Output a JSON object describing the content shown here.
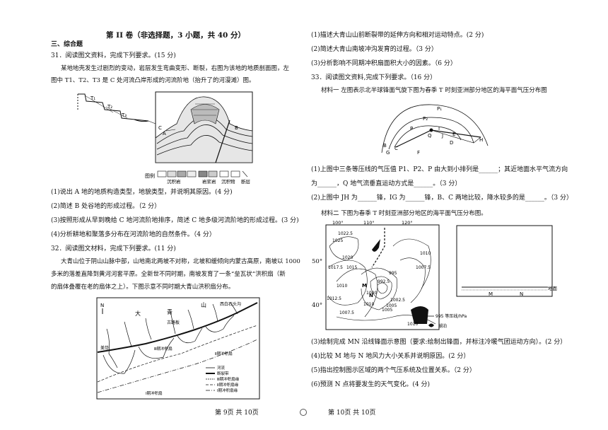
{
  "left": {
    "section_title": "第 II 卷（非选择题，3 小题，共 40 分）",
    "section_label": "三、综合题",
    "q31": {
      "stem": "31．阅读图文资料，完成下列要求。(15 分)",
      "mat1": "某地地壳发生过剧烈的变动，岩层发生弯曲变形、断裂，右图为该地的地质剖面图，左",
      "mat2": "图中 T1、T2、T3 是 C 处河流凸岸形成的河流阶地（抬升了的河漫滩）图。",
      "fig": {
        "t1": "T₁",
        "t2": "T₂",
        "t3": "T₃",
        "a": "A",
        "b": "B",
        "c": "C",
        "legend_title": "图例",
        "legend_sed": "沉积岩",
        "legend_mag": "岩浆岩",
        "legend_dep": "沉积物",
        "legend_fault": "断层"
      },
      "q1": "(1)说出 A 地的地质构造类型，地貌类型，并说明其原因。(4 分)",
      "q2": "(2)简述 B 处谷地的形成过程。（2 分）",
      "q3": "(3)按照形成从早到晚给 C 地河流阶地排序，简述 C 地多级河流阶地的形成过程。(3 分)",
      "q4": "(4)分析耕地和聚落多分布在河流阶地的自然条件。（4 分）"
    },
    "q32": {
      "stem": "32．阅读图文材料，完成下列要求。(11 分)",
      "mat1": "大青山位于阴山山脉中部，山地南北两坡不对称，北坡和缓倾向内蒙古高原，南坡以 1000",
      "mat2": "多米的落差直降到黄河河套平原。全新世不同时期，南坡发育了一条“垒瓦状”洪积扇（新",
      "mat3": "的扇体叠覆在老的扇体之上）。下图示意不同时期大青山洪积扇分布。",
      "map": {
        "north": "N",
        "da": "大",
        "qing": "青",
        "shan": "山",
        "place1": "西白石头沟",
        "place2": "古路板",
        "place3": "美岱",
        "zone": "Ⅲ期冲积扇",
        "zone2": "Ⅱ期冲积扇",
        "zone1": "Ⅰ期冲积扇",
        "leg_river": "河流",
        "leg_fault": "断裂带",
        "leg_z3": "Ⅲ期冲积扇缘",
        "leg_z2": "Ⅱ期冲积扇缘",
        "leg_z1": "Ⅰ期冲积扇缘"
      }
    },
    "footer": "第 9页 共 10页"
  },
  "right": {
    "q32_sub": {
      "s1": "(1)描述大青山山前断裂带的延伸方向和相对运动特点。(2 分)",
      "s2": "(2)简述大青山南坡冲沟发育的过程。（3 分）",
      "s3": "(3)分析影响不同期冲积扇面积大小的因素。（6 分）"
    },
    "q33": {
      "stem": "33．阅读图文资料,完成下列要求。（16 分）",
      "m1": "材料一  左图表示北半球锋面气旋下图为春季 T 时刻亚洲部分地区的海平面气压分布图",
      "iso": {
        "p1": "P₁",
        "p2": "P₂",
        "p": "P",
        "q": "Q",
        "i": "I",
        "j": "J",
        "e": "E",
        "d": "D",
        "h": "H",
        "g": "G",
        "c": "C",
        "b": "B",
        "f": "F"
      },
      "q1a": "(1)上图中三条等压线的气压值 P1、P2、P 由大到小排列是______；其近地面水平气流方向",
      "q1b": "为______，Q 地气流垂直运动方式是______。（3 分）",
      "q2": "(2)上图中 JH 为______锋，IG 为______锋，B、C 两地比较，降水较多的是______。（3 分）",
      "m2": "材料二  下图为春季 T 时刻亚洲部分地区的海平面气压分布图。",
      "map": {
        "lon1": "100°",
        "lon2": "110°",
        "lon3": "120°",
        "lat1": "50°",
        "lat2": "40°",
        "v1": "1022.5",
        "v2": "1025",
        "v3": "1020",
        "v4": "1017.5",
        "v5": "1015",
        "v6": "1010",
        "v7": "995",
        "v8": "992.5",
        "v9": "1000",
        "v10": "1007.5",
        "v11": "1010",
        "v12": "1012.5",
        "v13": "1007.5",
        "v14": "1005",
        "v15": "1010",
        "v16": "1002.5",
        "v17": "1005",
        "v18": "1010",
        "m": "M",
        "n": "N",
        "legend_iso": "995  等压线/hPa",
        "legend_lake": "湖泊"
      },
      "side": {
        "ground": "地面",
        "m": "M",
        "n": "N"
      },
      "q3": "(3)绘制完成 MN 沿线锋面示意图（要求:绘制出锋面，并标注冷暖气团运动方向）。(2 分）",
      "q4": "(4)比较 M 地与 N 地风力大小关系并说明原因。(2 分）",
      "q5": "(5)指出控制图示区域的两个气压系统及位置关系。（2 分）",
      "q6": "(6)预测 N 点将要发生的天气变化。(4 分)"
    },
    "footer": "第 10页  共 10页"
  }
}
